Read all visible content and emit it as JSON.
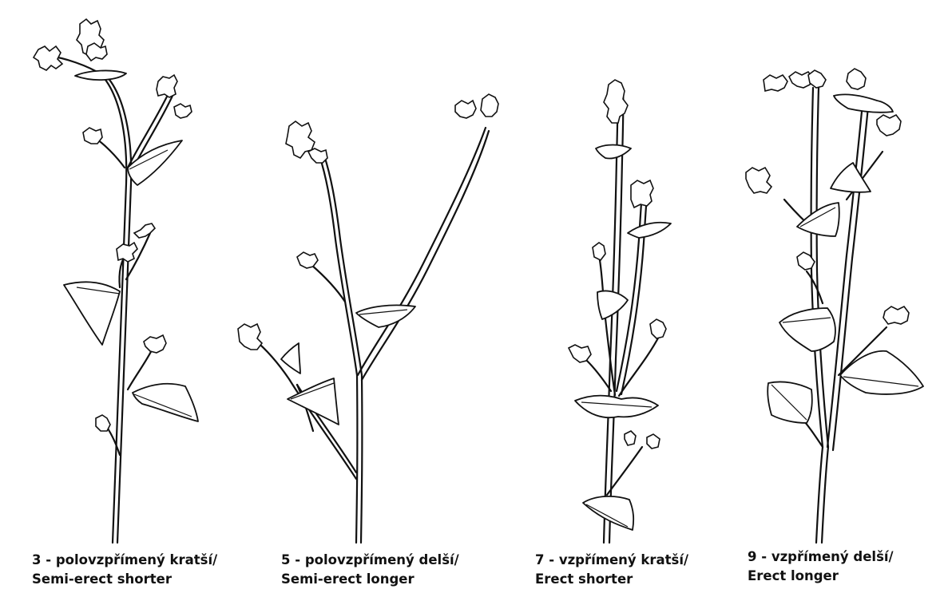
{
  "plants": [
    {
      "line1": "3 - polovzpřímený kratší/",
      "line2": "Semi-erect shorter"
    },
    {
      "line1": "5 - polovzpřímený delší/",
      "line2": "Semi-erect longer"
    },
    {
      "line1": "7 - vzpřímený kratší/",
      "line2": "Erect shorter"
    },
    {
      "line1": "9 - vzpřímený delší/",
      "line2": "Erect longer"
    }
  ]
}
